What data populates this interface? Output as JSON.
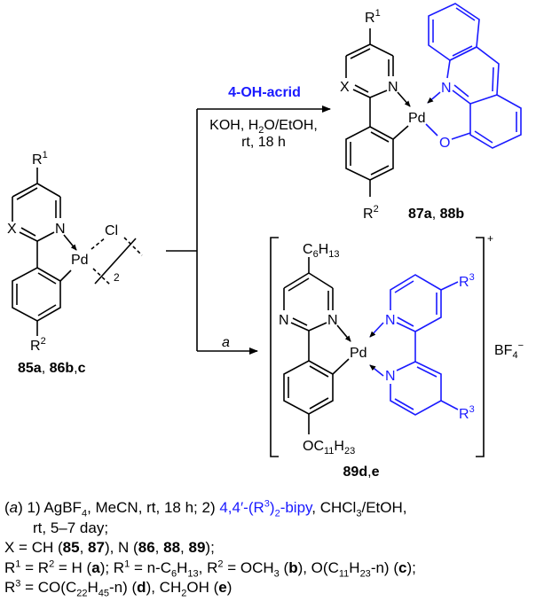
{
  "colors": {
    "ink": "#000000",
    "ligand": "#1a1aff"
  },
  "start": {
    "R1": [
      [
        "R",
        ""
      ],
      [
        "1",
        "sup"
      ]
    ],
    "X": [
      [
        "X",
        ""
      ]
    ],
    "N": [
      [
        "N",
        ""
      ]
    ],
    "Pd": [
      [
        "Pd",
        ""
      ]
    ],
    "Cl": [
      [
        "Cl",
        ""
      ]
    ],
    "dimer": [
      [
        "2",
        ""
      ]
    ],
    "R2": [
      [
        "R",
        ""
      ],
      [
        "2",
        "sup"
      ]
    ],
    "label": [
      [
        "85a",
        "b"
      ],
      [
        ", ",
        ""
      ],
      [
        "86b",
        "b"
      ],
      [
        ",",
        ""
      ],
      [
        "c",
        "b"
      ]
    ]
  },
  "arrow_top": {
    "reagent": [
      [
        "4-OH-acrid",
        "bblue"
      ]
    ],
    "cond1": [
      [
        "KOH, H",
        ""
      ],
      [
        "2",
        "sub"
      ],
      [
        "O/EtOH,",
        ""
      ]
    ],
    "cond2": [
      [
        "rt, 18 h",
        ""
      ]
    ]
  },
  "arrow_bottom": {
    "label": [
      [
        "a",
        "i"
      ]
    ]
  },
  "product_87": {
    "R1": [
      [
        "R",
        ""
      ],
      [
        "1",
        "sup"
      ]
    ],
    "X": [
      [
        "X",
        ""
      ]
    ],
    "N": [
      [
        "N",
        ""
      ]
    ],
    "Pd": [
      [
        "Pd",
        ""
      ]
    ],
    "acr_N": [
      [
        "N",
        "blue"
      ]
    ],
    "acr_O": [
      [
        "O",
        "blue"
      ]
    ],
    "R2": [
      [
        "R",
        ""
      ],
      [
        "2",
        "sup"
      ]
    ],
    "label": [
      [
        "87a",
        "b"
      ],
      [
        ", ",
        ""
      ],
      [
        "88b",
        "b"
      ]
    ]
  },
  "product_89": {
    "C6H13": [
      [
        "C",
        ""
      ],
      [
        "6",
        "sub"
      ],
      [
        "H",
        ""
      ],
      [
        "13",
        "sub"
      ]
    ],
    "N_left": [
      [
        "N",
        ""
      ]
    ],
    "N_right": [
      [
        "N",
        ""
      ]
    ],
    "Pd": [
      [
        "Pd",
        ""
      ]
    ],
    "bipy_N1": [
      [
        "N",
        "blue"
      ]
    ],
    "bipy_N2": [
      [
        "N",
        "blue"
      ]
    ],
    "R3_top": [
      [
        "R",
        "blue"
      ],
      [
        "3",
        "bluesup"
      ]
    ],
    "R3_bottom": [
      [
        "R",
        "blue"
      ],
      [
        "3",
        "bluesup"
      ]
    ],
    "OC11H23": [
      [
        "OC",
        ""
      ],
      [
        "11",
        "sub"
      ],
      [
        "H",
        ""
      ],
      [
        "23",
        "sub"
      ]
    ],
    "charge": [
      [
        "+",
        ""
      ]
    ],
    "counterion": [
      [
        "BF",
        ""
      ],
      [
        "4",
        "sub"
      ],
      [
        "−",
        "sup"
      ]
    ],
    "label": [
      [
        "89d",
        "b"
      ],
      [
        ",",
        ""
      ],
      [
        "e",
        "b"
      ]
    ]
  },
  "footnote": {
    "lines": [
      [
        [
          "(",
          ""
        ],
        [
          "a",
          "i"
        ],
        [
          ") 1) AgBF",
          ""
        ],
        [
          "4",
          "sub"
        ],
        [
          ", MeCN, rt, 18 h; 2) ",
          ""
        ],
        [
          "4,4′-(R",
          "blue"
        ],
        [
          "3",
          "bluesup"
        ],
        [
          ")",
          "blue"
        ],
        [
          "2",
          "bluesub"
        ],
        [
          "-bipy",
          "blue"
        ],
        [
          ", CHCl",
          ""
        ],
        [
          "3",
          "sub"
        ],
        [
          "/EtOH,",
          ""
        ]
      ],
      [
        [
          "rt, 5–7 day;",
          ""
        ]
      ],
      [
        [
          "X = CH (",
          ""
        ],
        [
          "85",
          "b"
        ],
        [
          ", ",
          ""
        ],
        [
          "87",
          "b"
        ],
        [
          "), N (",
          ""
        ],
        [
          "86",
          "b"
        ],
        [
          ", ",
          ""
        ],
        [
          "88",
          "b"
        ],
        [
          ", ",
          ""
        ],
        [
          "89",
          "b"
        ],
        [
          ");",
          ""
        ]
      ],
      [
        [
          "R",
          ""
        ],
        [
          "1",
          "sup"
        ],
        [
          " = R",
          ""
        ],
        [
          "2",
          "sup"
        ],
        [
          " = H (",
          ""
        ],
        [
          "a",
          "b"
        ],
        [
          "); R",
          ""
        ],
        [
          "1",
          "sup"
        ],
        [
          " = n-C",
          ""
        ],
        [
          "6",
          "sub"
        ],
        [
          "H",
          ""
        ],
        [
          "13",
          "sub"
        ],
        [
          ", R",
          ""
        ],
        [
          "2",
          "sup"
        ],
        [
          " = OCH",
          ""
        ],
        [
          "3",
          "sub"
        ],
        [
          " (",
          ""
        ],
        [
          "b",
          "b"
        ],
        [
          "), O(C",
          ""
        ],
        [
          "11",
          "sub"
        ],
        [
          "H",
          ""
        ],
        [
          "23",
          "sub"
        ],
        [
          "-n) (",
          ""
        ],
        [
          "c",
          "b"
        ],
        [
          ");",
          ""
        ]
      ],
      [
        [
          "R",
          ""
        ],
        [
          "3",
          "sup"
        ],
        [
          " = CO(C",
          ""
        ],
        [
          "22",
          "sub"
        ],
        [
          "H",
          ""
        ],
        [
          "45",
          "sub"
        ],
        [
          "-n) (",
          ""
        ],
        [
          "d",
          "b"
        ],
        [
          "), CH",
          ""
        ],
        [
          "2",
          "sub"
        ],
        [
          "OH (",
          ""
        ],
        [
          "e",
          "b"
        ],
        [
          ")",
          ""
        ]
      ]
    ]
  }
}
